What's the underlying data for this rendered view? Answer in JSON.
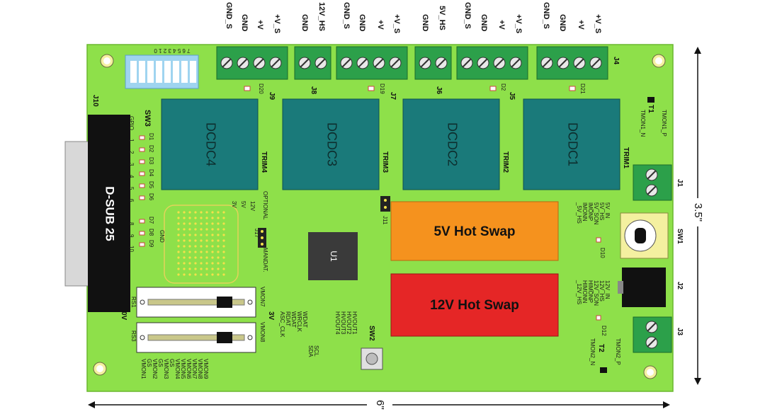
{
  "colors": {
    "board": "#8ee04a",
    "dcdc": "#1a7a7a",
    "hot5": "#f5921e",
    "hot12": "#e52626",
    "terminal": "#2ca04a",
    "dipswitch": "#9fd4f0",
    "dsub": "#111111"
  },
  "board": {
    "dcdc": [
      "DCDC4",
      "DCDC3",
      "DCDC2",
      "DCDC1"
    ],
    "trim": [
      "TRIM4",
      "TRIM3",
      "TRIM2",
      "TRIM1"
    ],
    "hot5": "5V Hot Swap",
    "hot12": "12V Hot Swap",
    "u1": "U1",
    "dsub": "D-SUB 25",
    "j10": "J10",
    "sw3": "SW3",
    "sw2": "SW2",
    "sw1": "SW1",
    "j1": "J1",
    "j2": "J2",
    "j3": "J3",
    "j4": "J4",
    "j5": "J5",
    "j6": "J6",
    "j7": "J7",
    "j8": "J8",
    "j9": "J9",
    "j11": "J11",
    "j17": "J17",
    "t1": "T1",
    "t2": "T2",
    "tmon1p": "TMON1_P",
    "tmon1n": "TMON1_N",
    "tmon2p": "TMON2_P",
    "tmon2n": "TMON2_N",
    "rs1": "RS1",
    "rs3": "RS3",
    "ov": "0V",
    "v3": "3V",
    "vmon7": "VMON7",
    "vmon8": "VMON8",
    "optional": "OPTIONAL",
    "mandat": "MANDAT.",
    "gnd": "GND",
    "gpio": "GPIO",
    "d10": "D10",
    "d12": "D12",
    "d20": "D20",
    "d19": "D19",
    "d2": "D2",
    "d21": "D21",
    "jrow_top": [
      "12V",
      "5V",
      "3V"
    ],
    "dip_nums": "7 6 5 4 3 2 1 0",
    "led_labels": [
      "D1",
      "D2",
      "D3",
      "D4",
      "D5",
      "D6"
    ],
    "led_labels2": [
      "D7",
      "D8",
      "D9"
    ],
    "gpio_nums": [
      "1",
      "2",
      "3",
      "4",
      "5",
      "6"
    ],
    "gpio_nums2": [
      "8",
      "9",
      "10"
    ],
    "hv": [
      "HVOUT1",
      "HVOUT2",
      "HVOUT3",
      "HVOUT4"
    ],
    "i2c": [
      "WDAT",
      "RDAT",
      "WRCLK",
      "WDAT",
      "ASC_CLK"
    ],
    "sclsda": [
      "SCL",
      "SDA"
    ],
    "vmon_list": [
      "VMON1",
      "GS",
      "VMON2",
      "GS",
      "VMON3",
      "GS",
      "VMON4",
      "VMON5",
      "VMON6",
      "VMON7",
      "VMON8",
      "VMON9"
    ],
    "hs5": [
      "5V_IN",
      "5V_HS",
      "5V_SON",
      "IMONP",
      "IMONN",
      "_5V_HS"
    ],
    "hs12": [
      "12V_IN",
      "12V_HS",
      "12V_SON",
      "HIMONP",
      "HIMONN",
      "_12V_HS"
    ]
  },
  "terminals": [
    {
      "id": "J9",
      "pins": [
        "GND_S",
        "GND",
        "+V",
        "+V_S"
      ]
    },
    {
      "id": "J8",
      "pins": [
        "GND",
        "12V_HS"
      ]
    },
    {
      "id": "J7",
      "pins": [
        "GND_S",
        "GND",
        "+V",
        "+V_S"
      ]
    },
    {
      "id": "J6",
      "pins": [
        "GND",
        "5V_HS"
      ]
    },
    {
      "id": "J5",
      "pins": [
        "GND_S",
        "GND",
        "+V",
        "+V_S"
      ]
    },
    {
      "id": "J4",
      "pins": [
        "GND_S",
        "GND",
        "+V",
        "+V_S"
      ]
    }
  ],
  "dimensions": {
    "width": "6\"",
    "height": "3.5\""
  }
}
